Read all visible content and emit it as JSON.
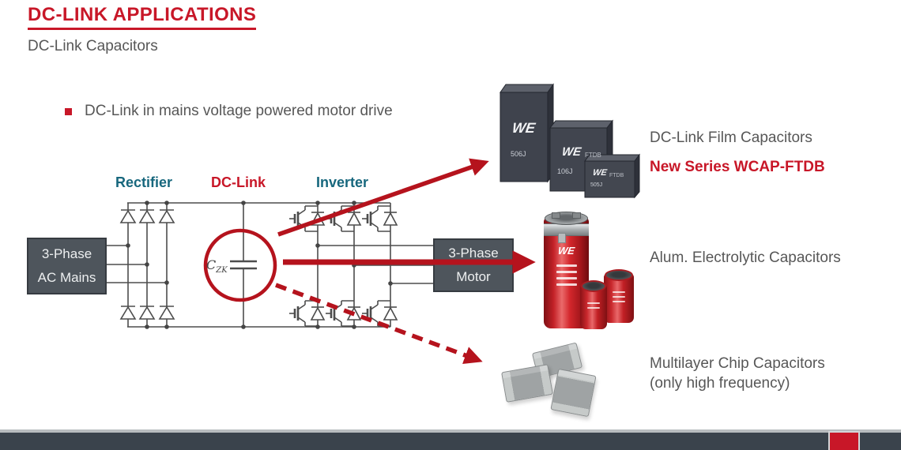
{
  "slide": {
    "title": "DC-LINK APPLICATIONS",
    "subtitle": "DC-Link Capacitors",
    "bullet": "DC-Link in mains voltage powered motor drive"
  },
  "diagram": {
    "labels": {
      "rectifier": "Rectifier",
      "dc_link": "DC-Link",
      "inverter": "Inverter"
    },
    "mains_box": {
      "line1": "3-Phase",
      "line2": "AC Mains"
    },
    "motor_box": {
      "line1": "3-Phase",
      "line2": "Motor"
    },
    "capacitor": {
      "symbol": "C",
      "subscript": "ZK"
    }
  },
  "products": {
    "film": {
      "label": "DC-Link Film Capacitors",
      "sublabel": "New Series WCAP-FTDB",
      "boxes": [
        {
          "logo": "WE",
          "code": "506J"
        },
        {
          "logo": "WE",
          "series": "FTDB",
          "code": "106J"
        },
        {
          "logo": "WE",
          "series": "FTDB",
          "code": "505J"
        }
      ]
    },
    "electrolytic": {
      "label": "Alum. Electrolytic Capacitors",
      "logo": "WE"
    },
    "mlcc": {
      "label_line1": "Multilayer Chip Capacitors",
      "label_line2": "(only high frequency)"
    }
  },
  "colors": {
    "brand_red": "#c81728",
    "arrow_red": "#b5131d",
    "teal": "#17677d",
    "text_gray": "#575757",
    "circuit_gray": "#4d4d4d",
    "box_fill": "#4e555c",
    "footer_bar": "#3a434c"
  }
}
